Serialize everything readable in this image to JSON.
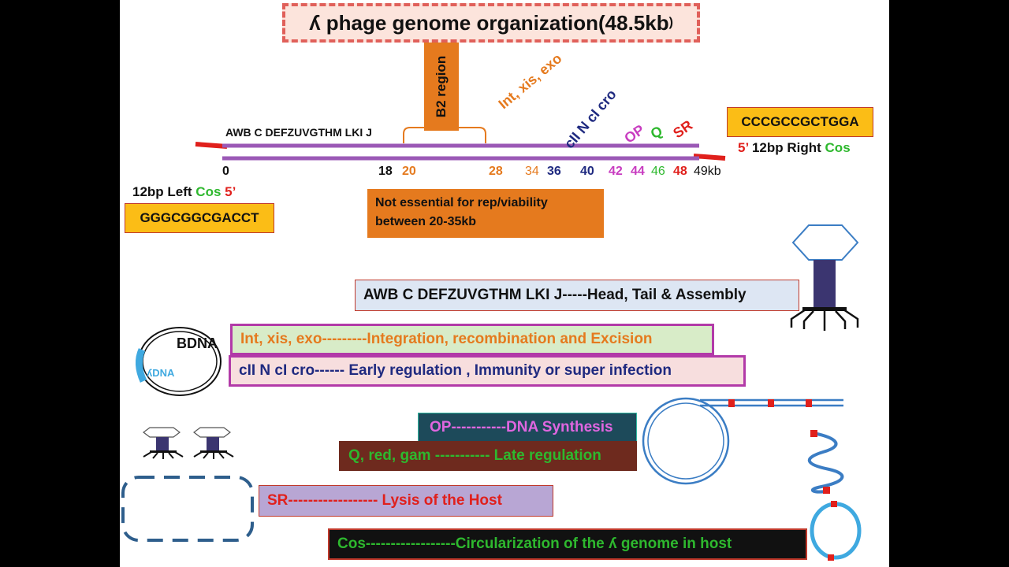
{
  "title": {
    "main": "ʎ phage genome organization(48.5kb",
    "close": ")"
  },
  "b2_region": "B2 region",
  "genes_left": "AWB C  DEFZUVGTHM  LKI  J",
  "gene_labels": {
    "int": "Int, xis, exo",
    "cII": "cII N cI cro",
    "op": "OP",
    "q": "Q",
    "sr": "SR"
  },
  "coords": [
    "0",
    "18",
    "20",
    "28",
    "34",
    "36",
    "40",
    "42",
    "44",
    "46",
    "48",
    "49kb"
  ],
  "left_cos": {
    "label": "12bp Left ",
    "cos": "Cos",
    "end": " 5’",
    "seq": "GGGCGGCGACCT"
  },
  "right_cos": {
    "end": "5’",
    "label": " 12bp Right ",
    "cos": "Cos",
    "seq": "CCCGCCGCTGGA"
  },
  "not_essential": "Not essential  for rep/viability between 20-35kb",
  "bdna": "BDNA",
  "lambda_dna": "ʎDNA",
  "functions": {
    "head_tail": "AWB C  DEFZUVGTHM LKI  J-----Head, Tail & Assembly",
    "int": "Int, xis, exo---------Integration, recombination  and Excision",
    "early": "cII N cI cro------ Early regulation , Immunity or super infection",
    "op": "OP-----------DNA Synthesis",
    "late": "Q, red, gam ----------- Late regulation",
    "sr": "SR------------------ Lysis of the Host",
    "cos": "Cos------------------Circularization of the ʎ genome in host"
  },
  "colors": {
    "orange": "#e57a1e",
    "purple": "#9b59b6",
    "red": "#e0201c",
    "green": "#2eb82e",
    "navy": "#1f2a80",
    "magenta": "#c83cc0",
    "phage": "#3b3570",
    "blue": "#3b7dc4"
  }
}
